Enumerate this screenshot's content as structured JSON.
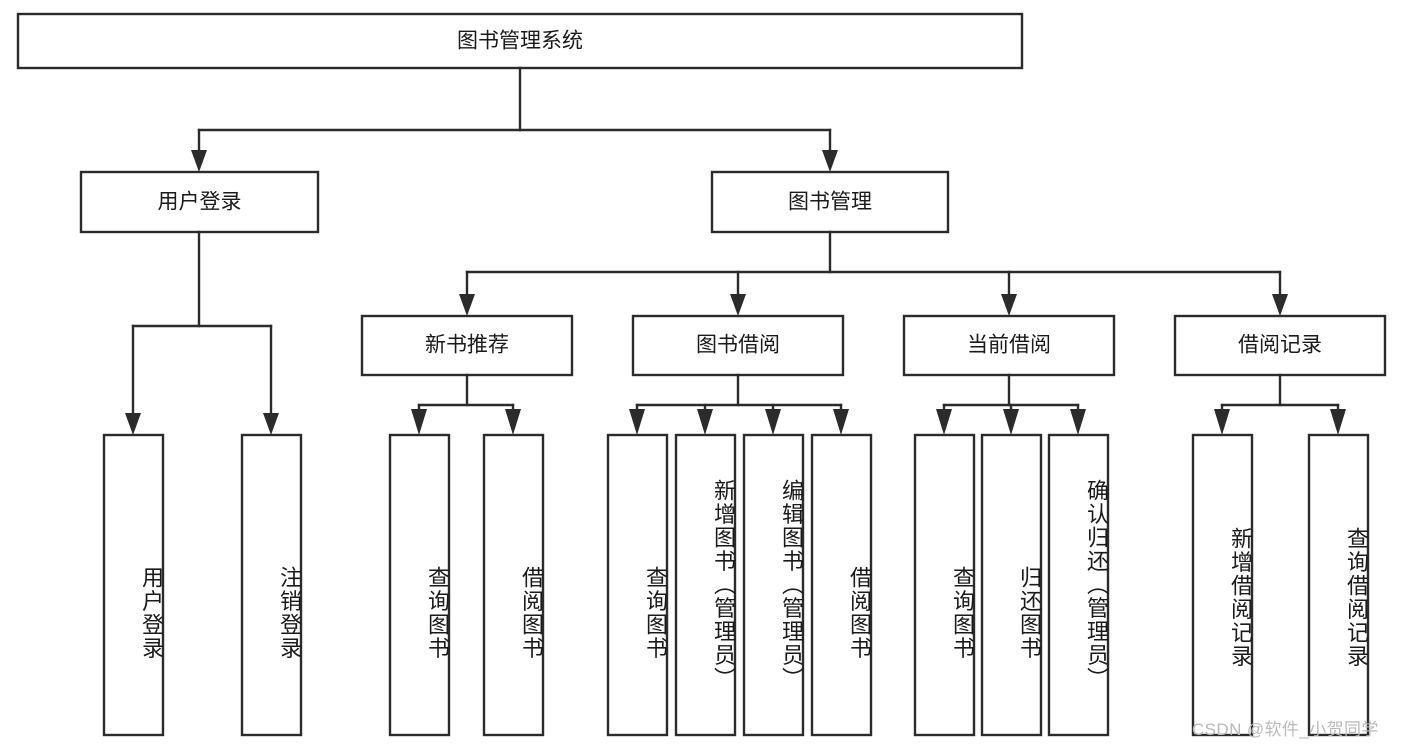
{
  "diagram": {
    "title": "图书管理系统",
    "type": "hierarchy-tree",
    "watermark": "CSDN @软件_小贺同学",
    "colors": {
      "stroke": "#2b2b2b",
      "node_fill": "#ffffff",
      "text": "#1a1a1a",
      "watermark": "#b9b9b9",
      "background": "#ffffff"
    },
    "levels": {
      "root": {
        "label": "图书管理系统"
      },
      "level2": [
        {
          "label": "用户登录"
        },
        {
          "label": "图书管理"
        }
      ],
      "level3": [
        {
          "label": "新书推荐"
        },
        {
          "label": "图书借阅"
        },
        {
          "label": "当前借阅"
        },
        {
          "label": "借阅记录"
        }
      ],
      "leaves": {
        "user_login": [
          {
            "label": "用户登录"
          },
          {
            "label": "注销登录"
          }
        ],
        "new_book_recommend": [
          {
            "label": "查询图书"
          },
          {
            "label": "借阅图书"
          }
        ],
        "book_borrow": [
          {
            "label": "查询图书"
          },
          {
            "label": "新增图书（管理员）"
          },
          {
            "label": "编辑图书（管理员）"
          },
          {
            "label": "借阅图书"
          }
        ],
        "current_borrow": [
          {
            "label": "查询图书"
          },
          {
            "label": "归还图书"
          },
          {
            "label": "确认归还（管理员）"
          }
        ],
        "borrow_record": [
          {
            "label": "新增借阅记录"
          },
          {
            "label": "查询借阅记录"
          }
        ]
      }
    }
  }
}
